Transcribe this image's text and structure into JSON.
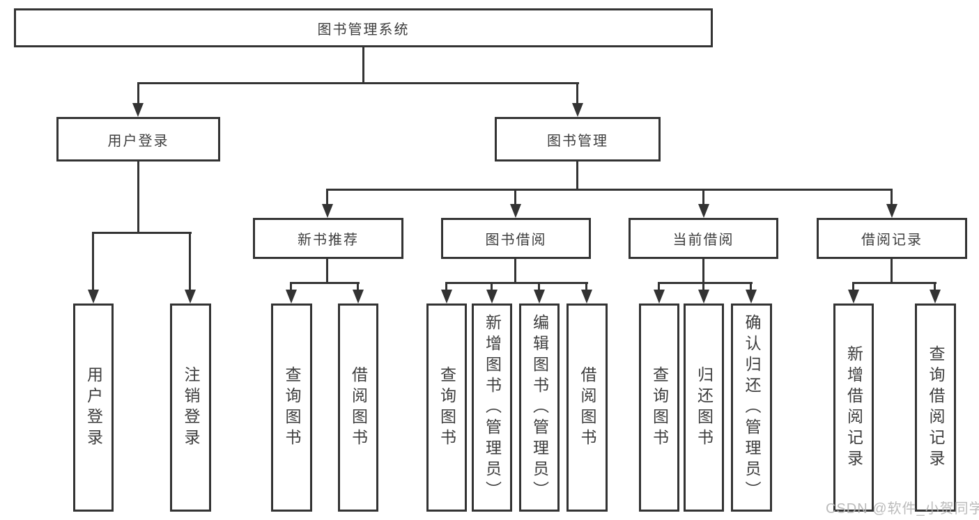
{
  "colors": {
    "line": "#333333",
    "text": "#3d3d3d",
    "watermark": "#b4b4b4",
    "background": "#ffffff"
  },
  "tree": {
    "root": {
      "label": "图书管理系统",
      "children": [
        {
          "label": "用户登录",
          "children": [
            {
              "label": "用户登录"
            },
            {
              "label": "注销登录"
            }
          ]
        },
        {
          "label": "图书管理",
          "children": [
            {
              "label": "新书推荐",
              "children": [
                {
                  "label": "查询图书"
                },
                {
                  "label": "借阅图书"
                }
              ]
            },
            {
              "label": "图书借阅",
              "children": [
                {
                  "label": "查询图书"
                },
                {
                  "label": "新增图书（管理员）"
                },
                {
                  "label": "编辑图书（管理员）"
                },
                {
                  "label": "借阅图书"
                }
              ]
            },
            {
              "label": "当前借阅",
              "children": [
                {
                  "label": "查询图书"
                },
                {
                  "label": "归还图书"
                },
                {
                  "label": "确认归还（管理员）"
                }
              ]
            },
            {
              "label": "借阅记录",
              "children": [
                {
                  "label": "新增借阅记录"
                },
                {
                  "label": "查询借阅记录"
                }
              ]
            }
          ]
        }
      ]
    }
  },
  "watermark": {
    "text": "CSDN @软件_小贺同学"
  }
}
